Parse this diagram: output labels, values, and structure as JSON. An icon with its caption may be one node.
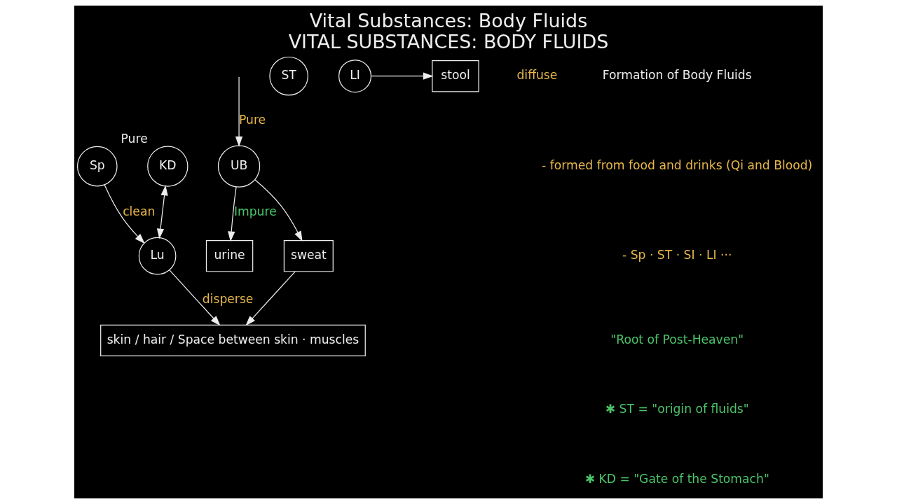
{
  "diagram": {
    "title": "Vital Substances: Body Fluids",
    "caption": "VITAL SUBSTANCES: BODY FLUIDS",
    "nodes": [
      {
        "text": [
          "skin / hair / Space between skin · muscles"
        ]
      },
      {
        "text": [
          "Lu"
        ]
      },
      {
        "text": [
          "Sp"
        ]
      },
      {
        "text": [
          "ST"
        ]
      },
      {
        "text": [
          "LI"
        ]
      },
      {
        "text": [
          "KD"
        ],
        "beside": [
          "Pure"
        ]
      },
      {
        "text": [
          "UB"
        ]
      },
      {
        "text": [
          "stool"
        ]
      },
      {
        "text": [
          "urine"
        ]
      },
      {
        "text": [
          "sweat"
        ]
      }
    ],
    "edges": [
      {
        "from": 1,
        "to": 0,
        "arrow": "to",
        "label": "disperse"
      },
      {
        "from": 2,
        "to": 1,
        "arrow": "to",
        "label": "clean"
      },
      {
        "from": 5,
        "to": 1,
        "arrow": "both"
      },
      {
        "from": null,
        "to": 6,
        "arrow": "to",
        "label": "Pure"
      },
      {
        "from": 4,
        "to": 7,
        "arrow": "to"
      },
      {
        "from": 6,
        "to": 8,
        "arrow": "to",
        "label": "Impure"
      },
      {
        "from": 6,
        "to": 9,
        "arrow": "to"
      },
      {
        "from": 9,
        "to": 0,
        "arrow": "to"
      }
    ],
    "labels": [
      "diffuse",
      "Formation of Body Fluids",
      "- formed from food and drinks (Qi and Blood)",
      "- Sp · ST · SI · LI ···",
      "\"Root of Post-Heaven\"",
      "✱ ST = \"origin of fluids\"",
      "✱ KD = \"Gate of the Stomach\""
    ]
  }
}
